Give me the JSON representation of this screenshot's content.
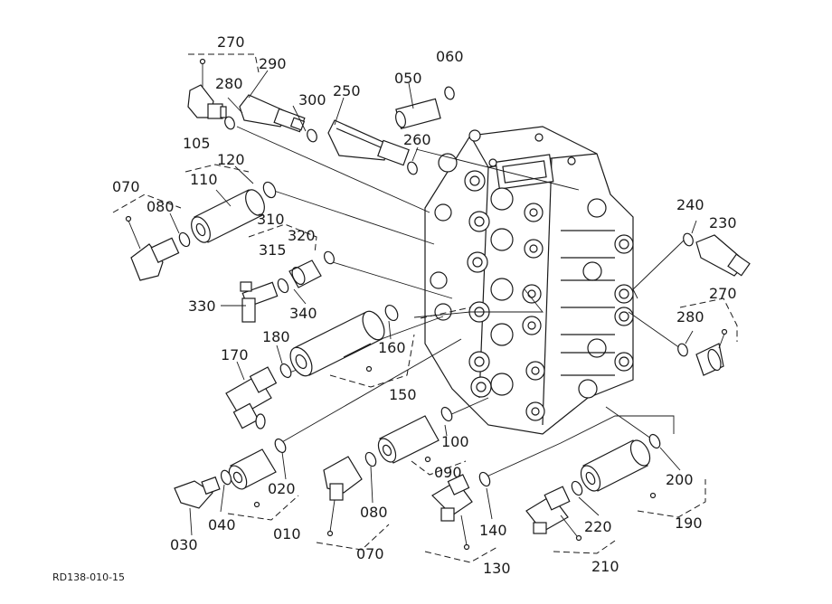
{
  "figure_ref": "RD138-010-15",
  "labels": {
    "p270a": "270",
    "p290": "290",
    "p280a": "280",
    "p300": "300",
    "p250": "250",
    "p050": "050",
    "p060": "060",
    "p260": "260",
    "p105": "105",
    "p120": "120",
    "p110": "110",
    "p070a": "070",
    "p080a": "080",
    "p310": "310",
    "p320": "320",
    "p315": "315",
    "p330": "330",
    "p340": "340",
    "p180": "180",
    "p160": "160",
    "p170": "170",
    "p150": "150",
    "p240": "240",
    "p230": "230",
    "p270b": "270",
    "p280b": "280",
    "p100": "100",
    "p090": "090",
    "p020": "020",
    "p010": "010",
    "p040": "040",
    "p030": "030",
    "p080b": "080",
    "p070b": "070",
    "p140": "140",
    "p130": "130",
    "p200": "200",
    "p190": "190",
    "p220": "220",
    "p210": "210"
  }
}
